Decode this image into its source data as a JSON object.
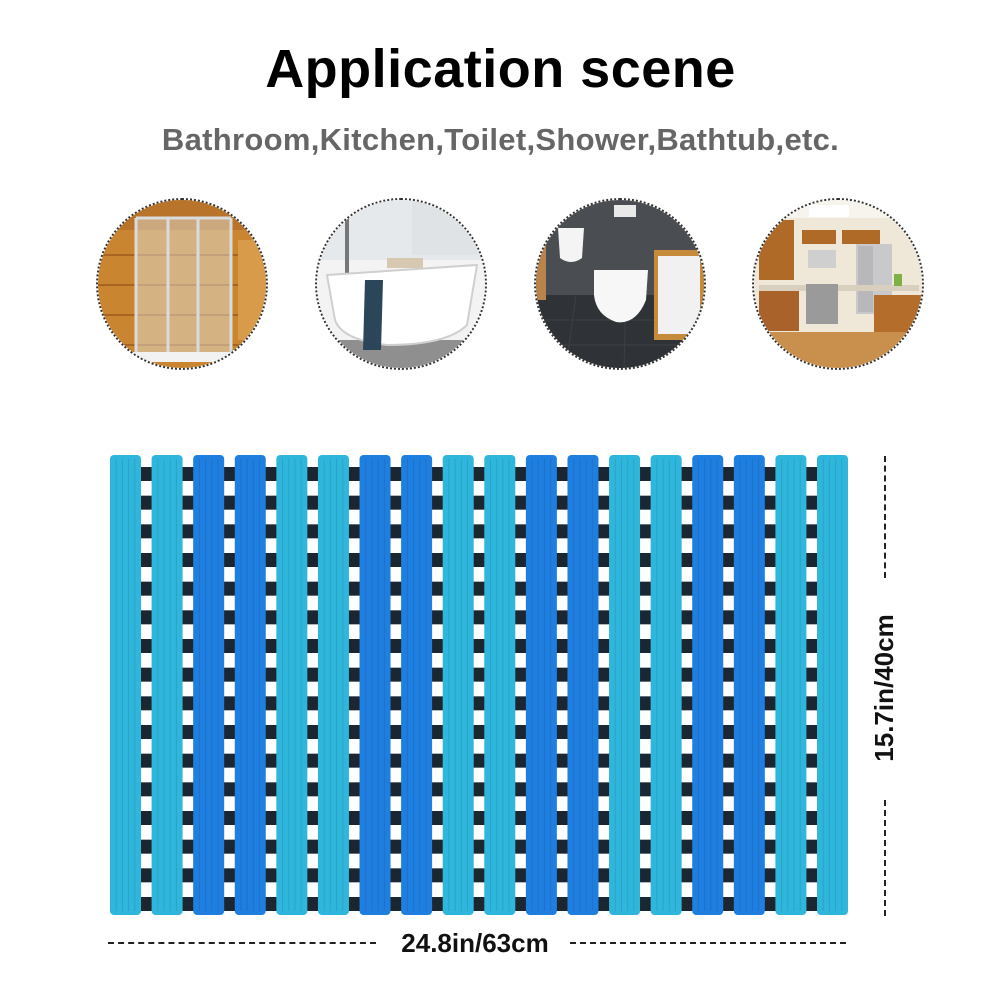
{
  "header": {
    "title": "Application scene",
    "subtitle": "Bathroom,Kitchen,Toilet,Shower,Bathtub,etc."
  },
  "scenes": [
    {
      "icon": "shower-enclosure-photo"
    },
    {
      "icon": "bathtub-photo"
    },
    {
      "icon": "toilet-photo"
    },
    {
      "icon": "kitchen-photo"
    }
  ],
  "product": {
    "colors": {
      "light_blue": "#2fb6dc",
      "dark_blue": "#1f7fe0",
      "connector": "#1c2630"
    },
    "slat_pattern": [
      "light",
      "light",
      "dark",
      "dark",
      "light",
      "light",
      "dark",
      "dark",
      "light",
      "light",
      "dark",
      "dark",
      "light",
      "light",
      "dark",
      "dark",
      "light",
      "light"
    ]
  },
  "dimensions": {
    "width_label": "24.8in/63cm",
    "height_label": "15.7in/40cm"
  }
}
